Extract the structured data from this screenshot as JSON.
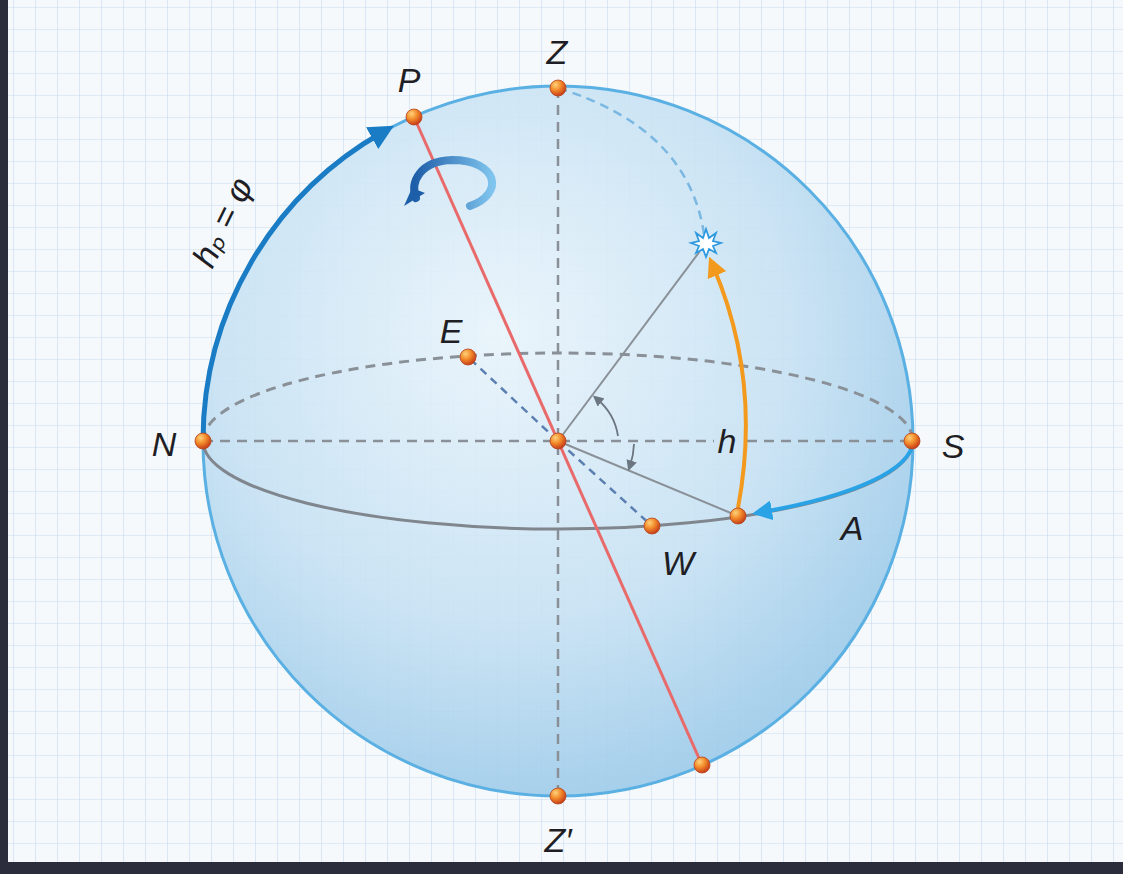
{
  "diagram": {
    "labels": [
      "P",
      "Z",
      "hₚ = φ",
      "E",
      "N",
      "S",
      "h",
      "A",
      "W",
      "Z′"
    ]
  }
}
